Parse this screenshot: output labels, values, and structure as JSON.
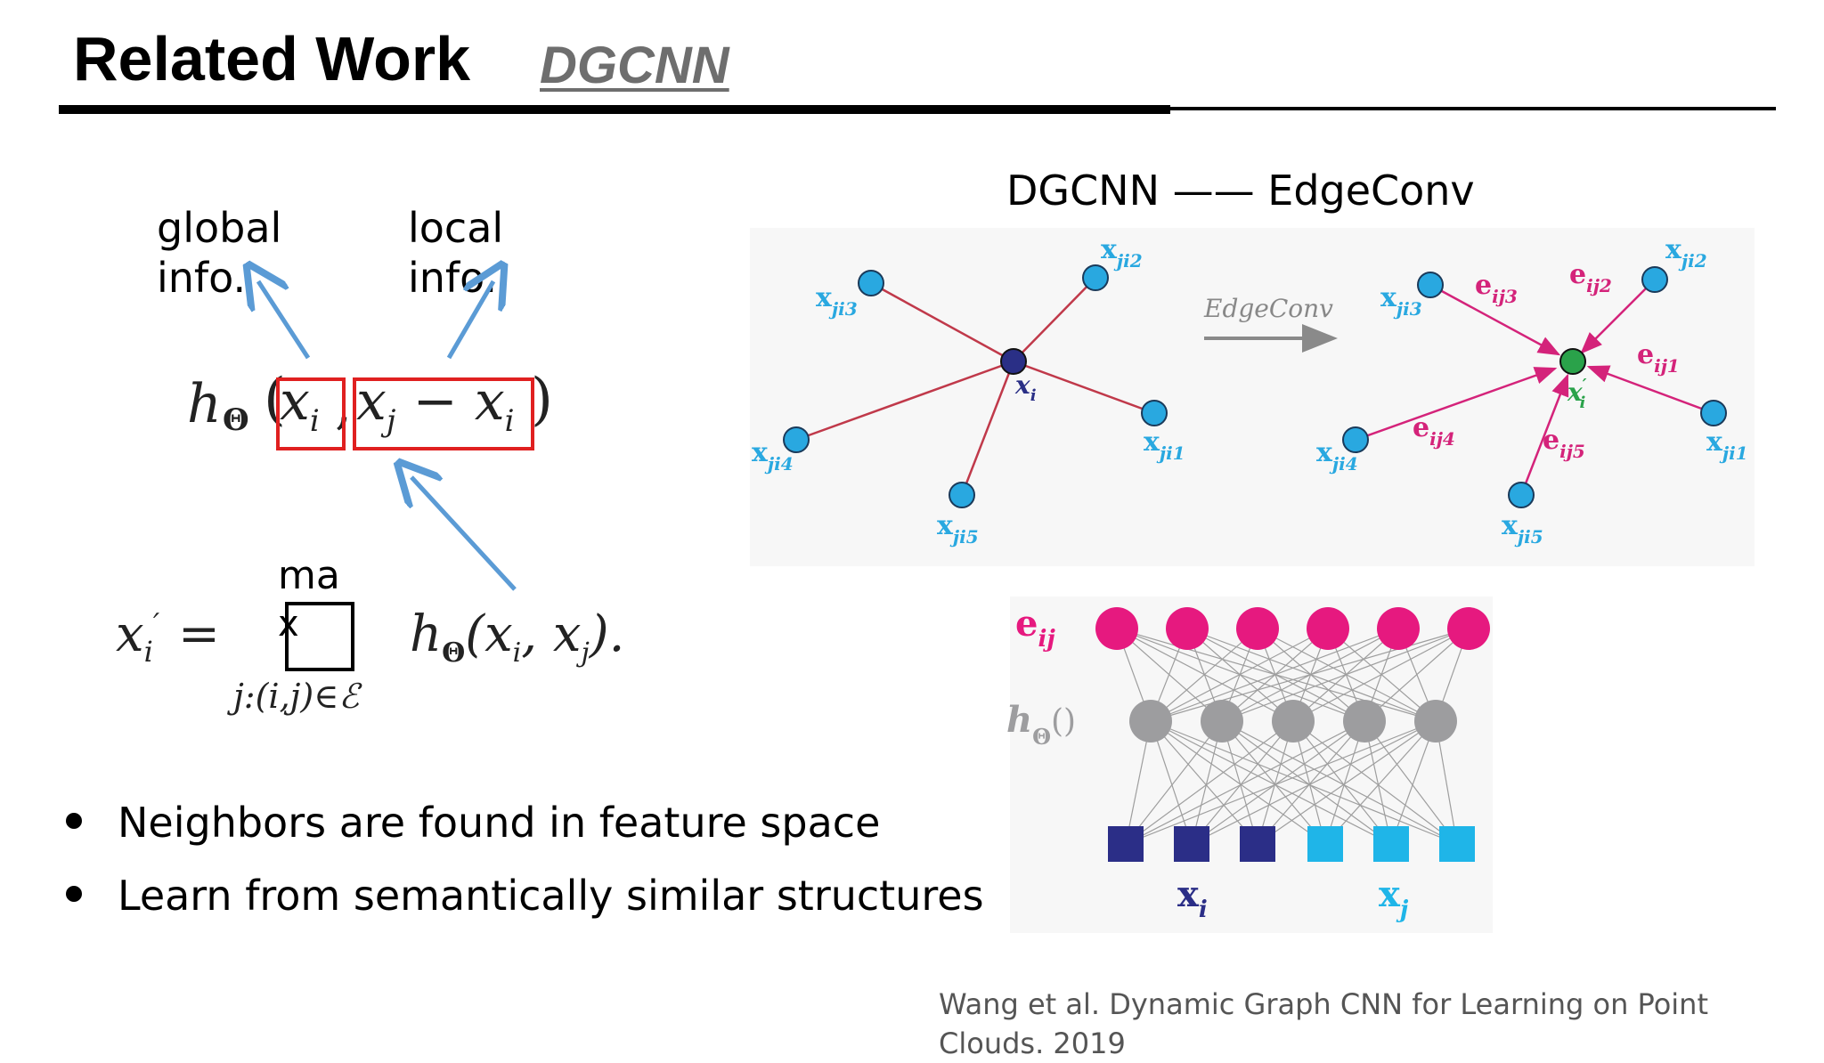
{
  "header": {
    "title": "Related Work",
    "subtitle": "DGCNN"
  },
  "annotations": {
    "global": "global\ninfo.",
    "local": "local\ninfo.",
    "max_top": "ma",
    "max_bottom": "x"
  },
  "formula1": {
    "h": "h",
    "theta": "Θ",
    "open": "(",
    "xi": "x",
    "xi_sub": "i",
    "comma": ",",
    "diff": "x",
    "close": ")"
  },
  "bullets": [
    "Neighbors are found in feature space",
    "Learn from semantically similar structures"
  ],
  "figure": {
    "title": "DGCNN —— EdgeConv",
    "edgeconv_label": "EdgeConv",
    "nodes_left": [
      "x_i",
      "x_ji1",
      "x_ji2",
      "x_ji3",
      "x_ji4",
      "x_ji5"
    ],
    "nodes_right": [
      "x'_i",
      "x_ji1",
      "x_ji2",
      "x_ji3",
      "x_ji4",
      "x_ji5"
    ],
    "edges_right": [
      "e_ij1",
      "e_ij2",
      "e_ij3",
      "e_ij4",
      "e_ij5"
    ],
    "mlp_labels": {
      "top": "e",
      "top_sub": "ij",
      "mid": "h",
      "mid_sub": "Θ",
      "mid_paren": "()",
      "xi": "x",
      "xi_sub": "i",
      "xj": "x",
      "xj_sub": "j"
    },
    "colors": {
      "node_cyan": "#29a8e0",
      "node_center": "#2a2f86",
      "node_green": "#2aa24a",
      "edge_red": "#c0394a",
      "edge_magenta": "#d4237a",
      "mlp_pink": "#e6197f",
      "mlp_gray": "#9d9d9f",
      "mlp_navy": "#2b2e87",
      "mlp_cyan": "#1fb5e8",
      "box_red": "#e02020",
      "arrow_blue": "#5b9bd5"
    }
  },
  "citation": "Wang et al. Dynamic Graph CNN for Learning on Point Clouds. 2019"
}
